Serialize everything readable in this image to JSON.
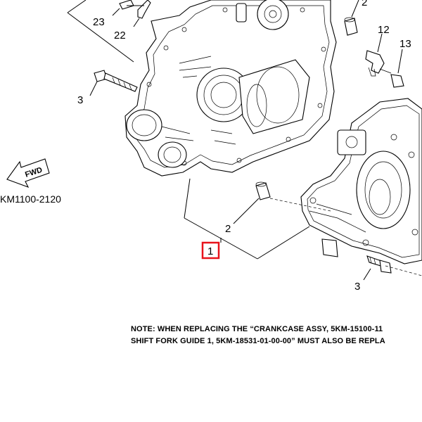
{
  "callouts": {
    "c23": "23",
    "c22": "22",
    "c2_top": "2",
    "c12": "12",
    "c13": "13",
    "c3_left": "3",
    "c2_mid": "2",
    "c1": "1",
    "c3_right": "3"
  },
  "fwd_label": "FWD",
  "diagram_code": "KM1100-2120",
  "note": {
    "line1": "NOTE: WHEN REPLACING THE “CRANKCASE ASSY, 5KM-15100-11",
    "line2": "SHIFT FORK GUIDE 1, 5KM-18531-01-00-00” MUST ALSO BE REPLA"
  },
  "colors": {
    "highlight_box": "#e8131b",
    "line": "#000000",
    "background": "#ffffff"
  }
}
